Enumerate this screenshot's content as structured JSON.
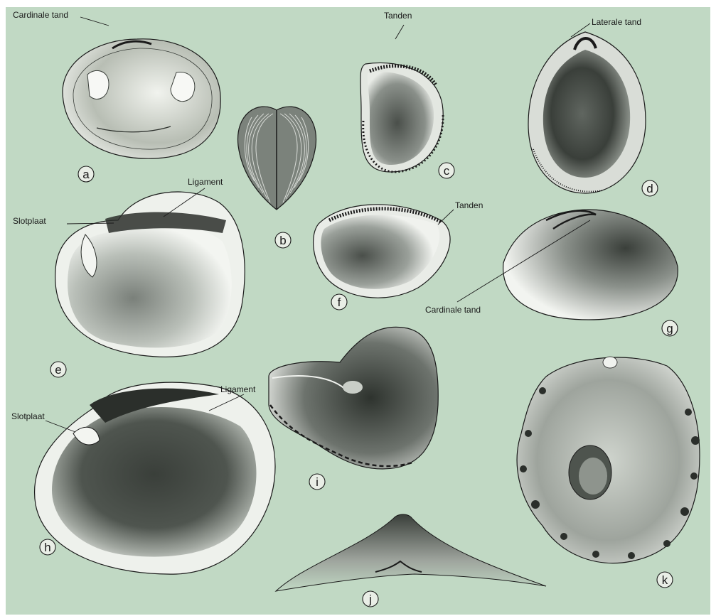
{
  "background_color": "#c1d9c4",
  "ink_color": "#1a1a1a",
  "shell_light": "#e9eee6",
  "shell_dark": "#2b2f2b",
  "labels": {
    "cardinale_tand_a": "Cardinale tand",
    "tanden_c": "Tanden",
    "laterale_tand": "Laterale tand",
    "ligament_e": "Ligament",
    "slotplaat_e": "Slotplaat",
    "tanden_f": "Tanden",
    "cardinale_tand_g": "Cardinale tand",
    "ligament_h": "Ligament",
    "slotplaat_h": "Slotplaat"
  },
  "figures": {
    "a": "a",
    "b": "b",
    "c": "c",
    "d": "d",
    "e": "e",
    "f": "f",
    "g": "g",
    "h": "h",
    "i": "i",
    "j": "j",
    "k": "k"
  }
}
